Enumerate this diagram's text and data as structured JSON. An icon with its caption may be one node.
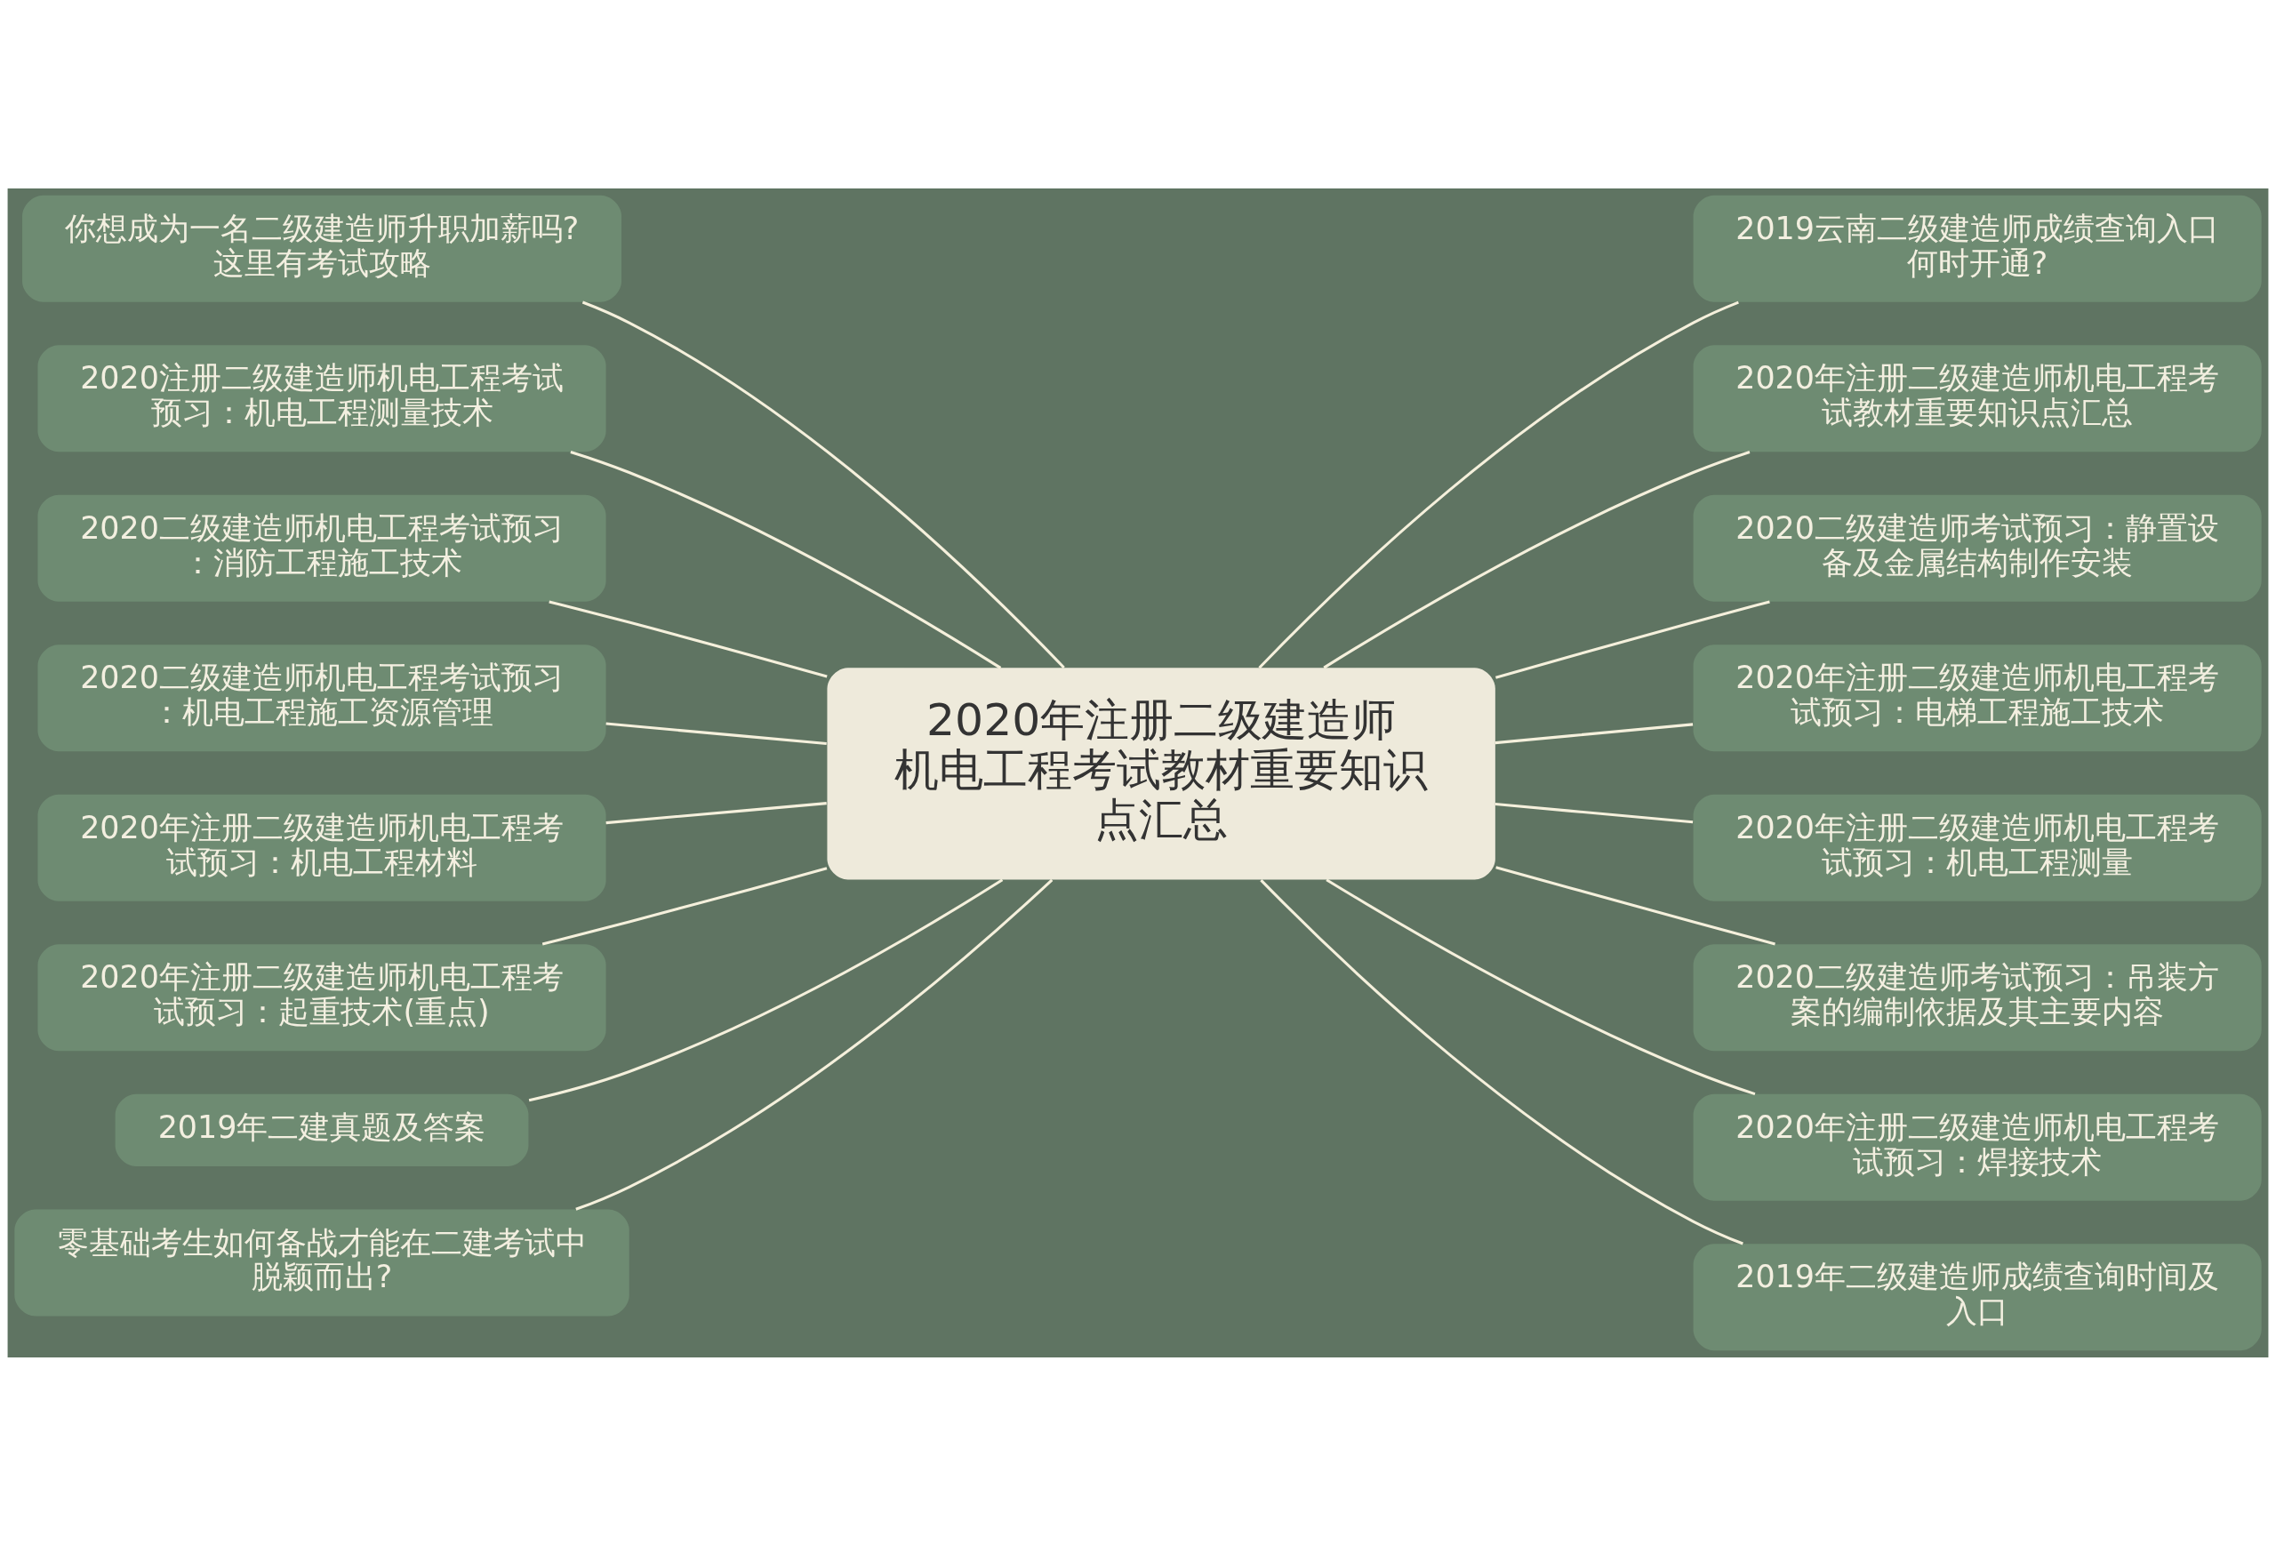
{
  "diagram": {
    "nodes": [
      {
        "text": [
          "2020年注册二级建造师机电工程考试教材重要知识点汇总"
        ]
      },
      {
        "text": [
          "你想成为一名二级建造师升职加薪吗?这里有考试攻略"
        ]
      },
      {
        "text": [
          "2020注册二级建造师机电工程考试预习：机电工程测量技术"
        ]
      },
      {
        "text": [
          "2020二级建造师机电工程考试预习：消防工程施工技术"
        ]
      },
      {
        "text": [
          "2020二级建造师机电工程考试预习：机电工程施工资源管理"
        ]
      },
      {
        "text": [
          "2020年注册二级建造师机电工程考试预习：机电工程材料"
        ]
      },
      {
        "text": [
          "2020年注册二级建造师机电工程考试预习：起重技术(重点)"
        ]
      },
      {
        "text": [
          "2019年二建真题及答案"
        ]
      },
      {
        "text": [
          "零基础考生如何备战才能在二建考试中脱颖而出?"
        ]
      },
      {
        "text": [
          "2019云南二级建造师成绩查询入口何时开通?"
        ]
      },
      {
        "text": [
          "2020年注册二级建造师机电工程考试教材重要知识点汇总"
        ]
      },
      {
        "text": [
          "2020二级建造师考试预习：静置设备及金属结构制作安装"
        ]
      },
      {
        "text": [
          "2020年注册二级建造师机电工程考试预习：电梯工程施工技术"
        ]
      },
      {
        "text": [
          "2020年注册二级建造师机电工程考试预习：机电工程测量"
        ]
      },
      {
        "text": [
          "2020二级建造师考试预习：吊装方案的编制依据及其主要内容"
        ]
      },
      {
        "text": [
          "2020年注册二级建造师机电工程考试预习：焊接技术"
        ]
      },
      {
        "text": [
          "2019年二级建造师成绩查询时间及入口"
        ]
      }
    ],
    "edges": [
      {
        "from": 1,
        "to": 0,
        "arrow": "none"
      },
      {
        "from": 2,
        "to": 0,
        "arrow": "none"
      },
      {
        "from": 3,
        "to": 0,
        "arrow": "none"
      },
      {
        "from": 4,
        "to": 0,
        "arrow": "none"
      },
      {
        "from": 5,
        "to": 0,
        "arrow": "none"
      },
      {
        "from": 6,
        "to": 0,
        "arrow": "none"
      },
      {
        "from": 7,
        "to": 0,
        "arrow": "none"
      },
      {
        "from": 8,
        "to": 0,
        "arrow": "none"
      },
      {
        "from": 0,
        "to": 9,
        "arrow": "none"
      },
      {
        "from": 0,
        "to": 10,
        "arrow": "none"
      },
      {
        "from": 0,
        "to": 11,
        "arrow": "none"
      },
      {
        "from": 0,
        "to": 12,
        "arrow": "none"
      },
      {
        "from": 0,
        "to": 13,
        "arrow": "none"
      },
      {
        "from": 0,
        "to": 14,
        "arrow": "none"
      },
      {
        "from": 0,
        "to": 15,
        "arrow": "none"
      },
      {
        "from": 0,
        "to": 16,
        "arrow": "none"
      }
    ]
  }
}
